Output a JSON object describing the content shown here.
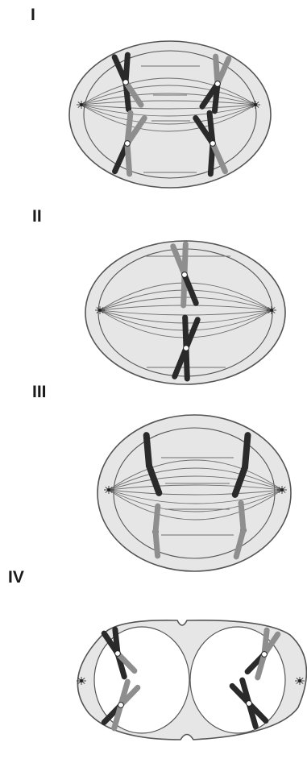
{
  "panels": [
    {
      "label": "I"
    },
    {
      "label": "II"
    },
    {
      "label": "III"
    },
    {
      "label": "IV"
    }
  ],
  "colors": {
    "cell_fill": "#e6e6e6",
    "cell_stroke": "#555555",
    "spindle": "#6e6e6e",
    "chromosome_dark": "#2a2a2a",
    "chromosome_light": "#8e8e8e",
    "daughter_fill": "#ffffff"
  },
  "icons": [
    "centrosome-icon",
    "centromere-icon"
  ]
}
